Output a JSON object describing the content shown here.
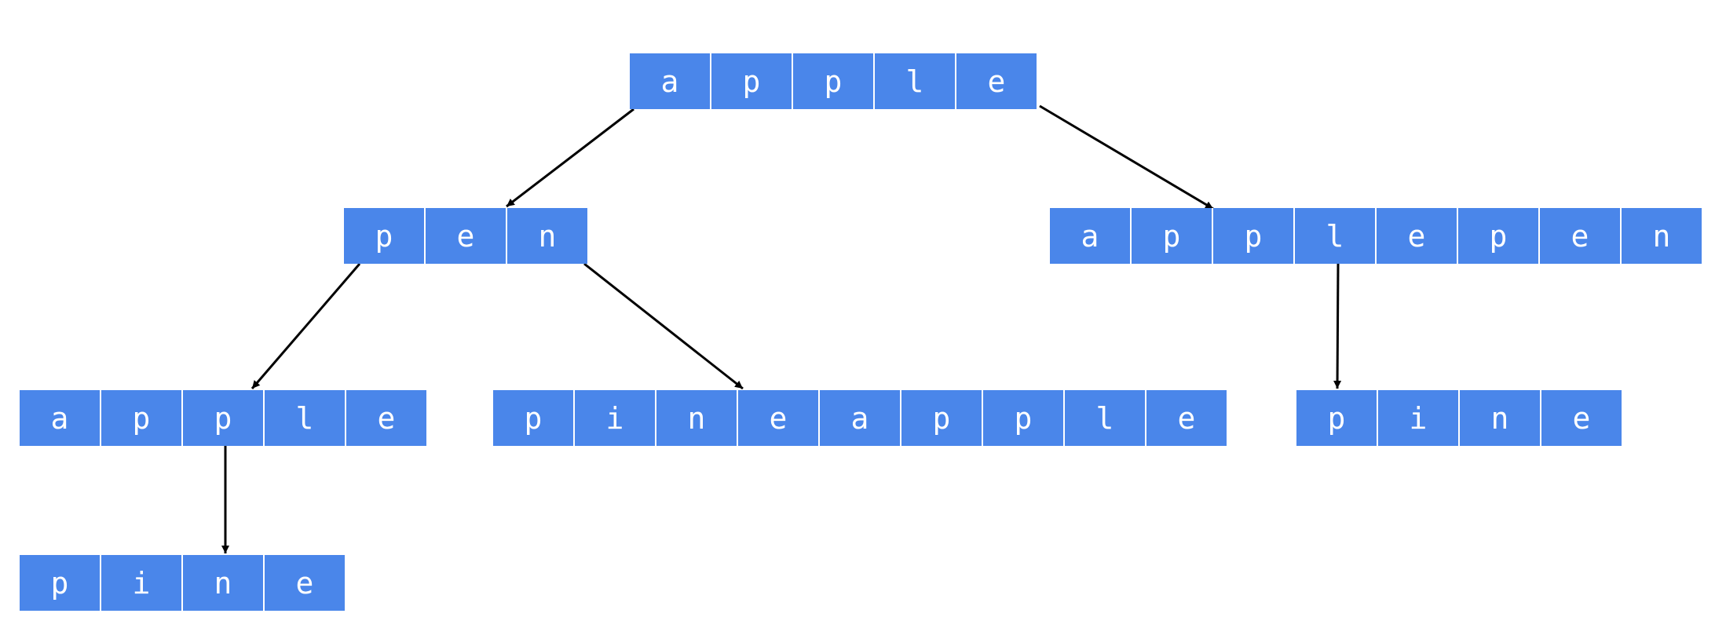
{
  "colors": {
    "cell_fill": "#4a86ea",
    "cell_text": "#ffffff",
    "edge": "#000000"
  },
  "nodes": [
    {
      "id": "root",
      "text": "apple"
    },
    {
      "id": "left",
      "text": "pen"
    },
    {
      "id": "right",
      "text": "applepen"
    },
    {
      "id": "left-left",
      "text": "apple"
    },
    {
      "id": "left-right",
      "text": "pineapple"
    },
    {
      "id": "right-child",
      "text": "pine"
    },
    {
      "id": "left-left-child",
      "text": "pine"
    }
  ],
  "edges": [
    {
      "from": "root",
      "to": "left"
    },
    {
      "from": "root",
      "to": "right"
    },
    {
      "from": "left",
      "to": "left-left"
    },
    {
      "from": "left",
      "to": "left-right"
    },
    {
      "from": "right",
      "to": "right-child"
    },
    {
      "from": "left-left",
      "to": "left-left-child"
    }
  ]
}
